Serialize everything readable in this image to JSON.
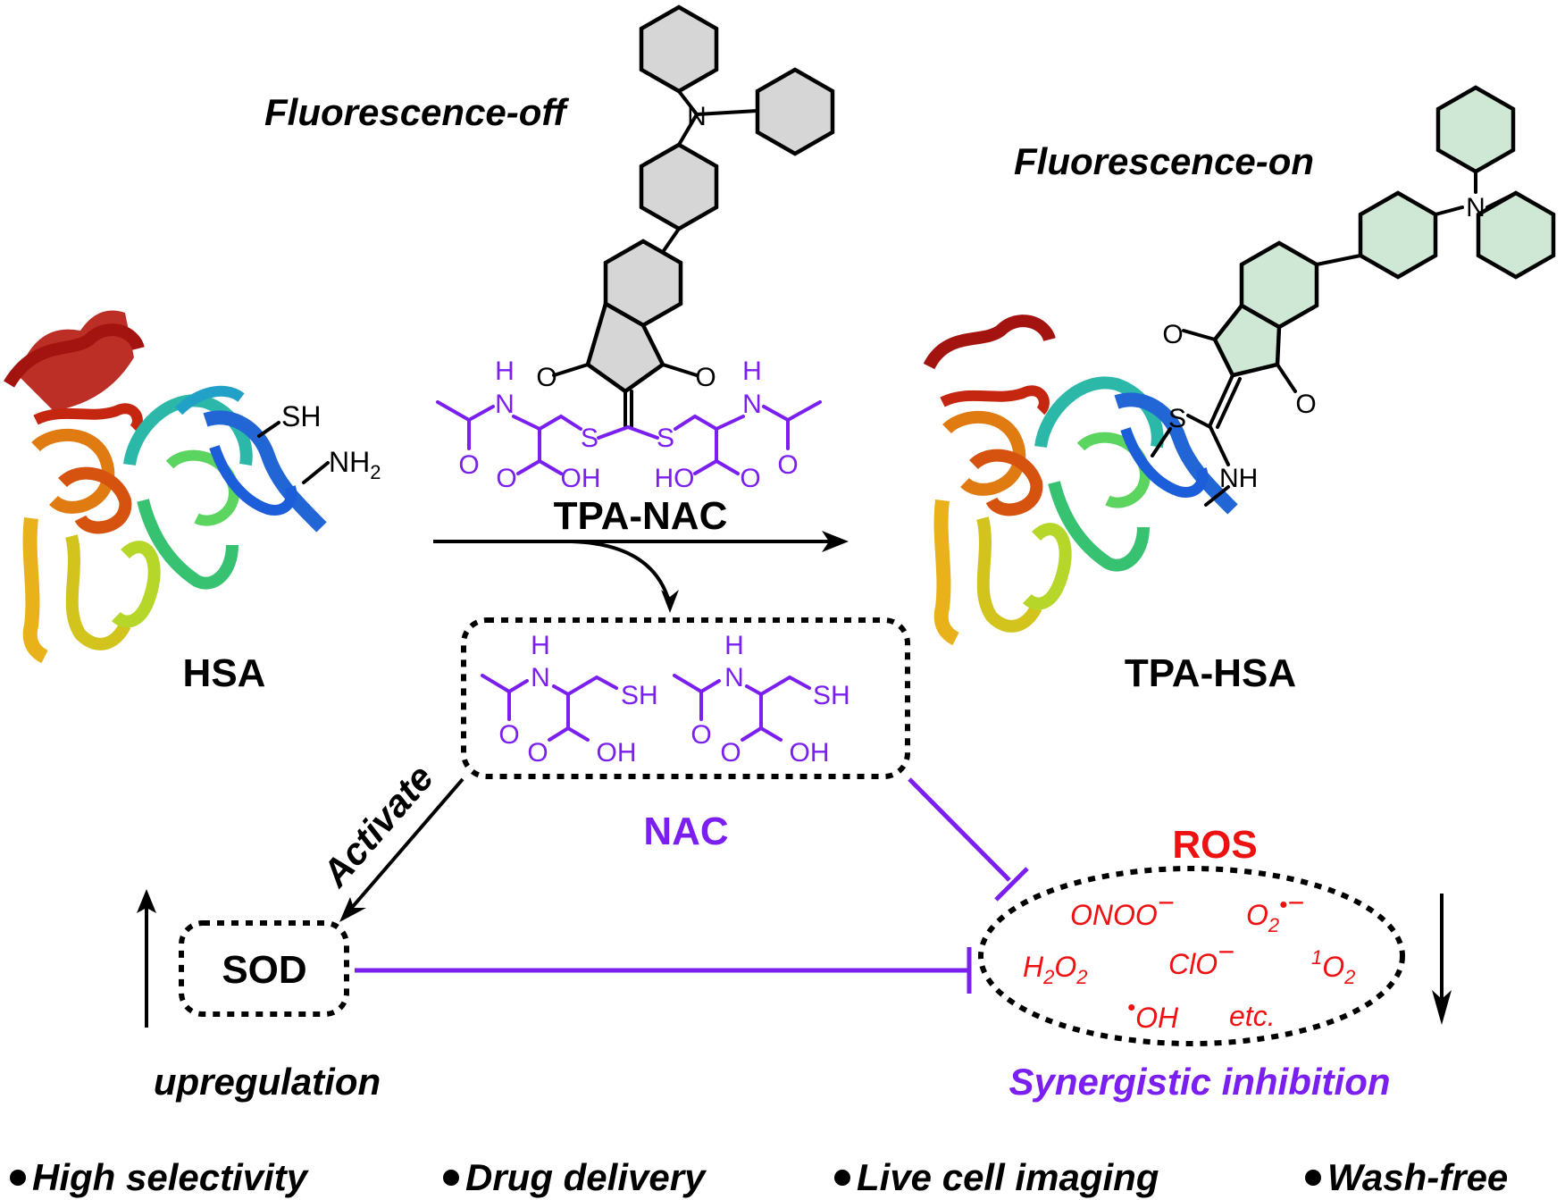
{
  "labels": {
    "fluorescence_off": "Fluorescence-off",
    "fluorescence_on": "Fluorescence-on",
    "probe_name": "TPA-NAC",
    "protein_left": "HSA",
    "protein_right": "TPA-HSA",
    "released": "NAC",
    "activate": "Activate",
    "sod": "SOD",
    "ros": "ROS",
    "upregulation": "upregulation",
    "synergistic": "Synergistic inhibition"
  },
  "protein_groups": {
    "thiol": "SH",
    "amine": "NH",
    "amine_sub": "2"
  },
  "adduct_atoms": {
    "s": "S",
    "nh": "NH"
  },
  "molecule_atoms": {
    "N": "N",
    "O": "O",
    "S": "S",
    "H": "H",
    "OH": "OH",
    "HO": "HO",
    "SH": "SH"
  },
  "ros_species": {
    "onoo": "ONOO",
    "minus": "−",
    "o2": "O",
    "sub2": "2",
    "radical": "•",
    "h": "H",
    "o": "O",
    "clo": "ClO",
    "singlet_sup": "1",
    "oh": "OH",
    "etc": "etc."
  },
  "features": [
    "High selectivity",
    "Drug delivery",
    "Live cell imaging",
    "Wash-free"
  ],
  "colors": {
    "purple": "#7a1ff0",
    "red": "#ee1111",
    "black": "#000000",
    "ring_off": "#d6d6d6",
    "ring_on": "#cfe8d5"
  }
}
